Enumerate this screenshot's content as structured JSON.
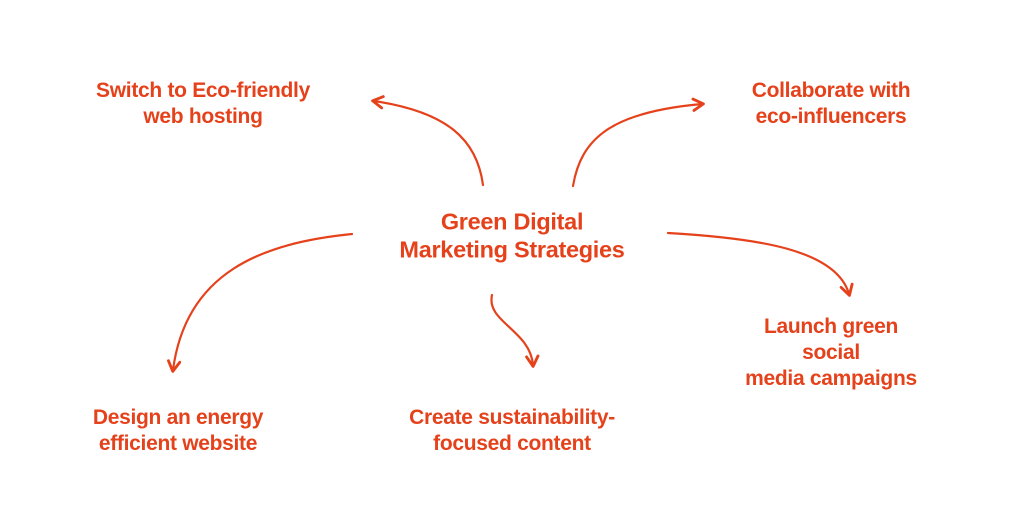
{
  "colors": {
    "accent": "#e5421c",
    "background": "#ffffff"
  },
  "diagram": {
    "type": "mindmap",
    "center": {
      "label": "Green Digital\nMarketing Strategies"
    },
    "branches": [
      {
        "id": "web-hosting",
        "position": "top-left",
        "label": "Switch to Eco-friendly\nweb hosting"
      },
      {
        "id": "eco-influencers",
        "position": "top-right",
        "label": "Collaborate with\neco-influencers"
      },
      {
        "id": "social-campaigns",
        "position": "right",
        "label": "Launch green social\nmedia campaigns"
      },
      {
        "id": "efficient-website",
        "position": "bottom-left",
        "label": "Design an energy\nefficient website"
      },
      {
        "id": "focused-content",
        "position": "bottom-center",
        "label": "Create sustainability-\nfocused content"
      }
    ],
    "connections": [
      {
        "from": "center",
        "to": "web-hosting"
      },
      {
        "from": "center",
        "to": "eco-influencers"
      },
      {
        "from": "center",
        "to": "social-campaigns"
      },
      {
        "from": "center",
        "to": "efficient-website"
      },
      {
        "from": "center",
        "to": "focused-content"
      }
    ]
  }
}
